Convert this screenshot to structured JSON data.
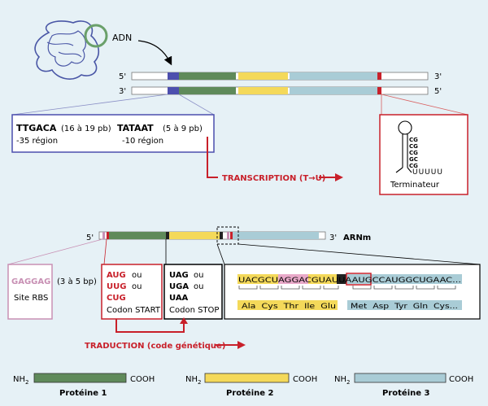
{
  "labels": {
    "adn": "ADN",
    "five_prime": "5'",
    "three_prime": "3'",
    "arnm": "ARNm"
  },
  "promoter": {
    "seq1": "TTGACA",
    "len1": "(16 à 19 pb)",
    "seq2": "TATAAT",
    "len2": "(5 à 9 pb)",
    "region1": "-35 région",
    "region2": "-10 région"
  },
  "terminator": {
    "loop_letters": "UUUUU",
    "label": "Terminateur"
  },
  "transcription": "TRANSCRIPTION (T→U)",
  "rbs": {
    "seq": "GAGGAG",
    "label": "Site RBS",
    "spacing": "(3 à 5 bp)"
  },
  "start": {
    "codon1": "AUG",
    "codon2": "UUG",
    "codon3": "CUG",
    "ou": "ou",
    "label": "Codon START"
  },
  "stop": {
    "codon1": "UAG",
    "codon2": "UGA",
    "codon3": "UAA",
    "ou": "ou",
    "label": "Codon STOP"
  },
  "zoom": {
    "rna_seq": "UACGCUAGGACGUAUUAAUGCCAUGGCUGAAC...",
    "aa1": "Ala  Cys  Thr  Ile  Glu",
    "aa2": "Met  Asp  Tyr  Gln  Cys..."
  },
  "translation": "TRADUCTION (code génétique)",
  "proteins": [
    {
      "n": "NH",
      "sub": "2",
      "c": "COOH",
      "name": "Protéine 1",
      "color": "#5f8a5a"
    },
    {
      "n": "NH",
      "sub": "2",
      "c": "COOH",
      "name": "Protéine 2",
      "color": "#f4d95a"
    },
    {
      "n": "NH",
      "sub": "2",
      "c": "COOH",
      "name": "Protéine 3",
      "color": "#a9ccd6"
    }
  ],
  "colors": {
    "gene1": "#5f8a5a",
    "gene2": "#f4d95a",
    "gene3": "#a9ccd6",
    "promoter": "#4c4fae",
    "red": "#c8202a",
    "pink": "#c890b4"
  }
}
